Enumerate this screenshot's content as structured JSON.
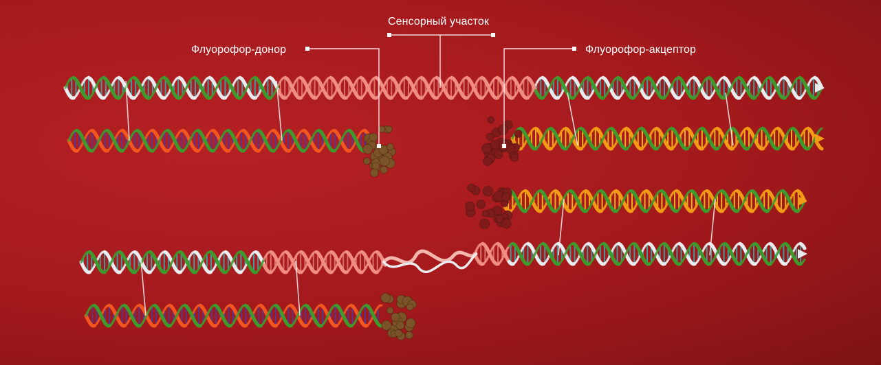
{
  "labels": {
    "sensor_region": "Сенсорный участок",
    "donor_fluorophore": "Флуорофор-донор",
    "acceptor_fluorophore": "Флуорофор-акцептор"
  },
  "colors": {
    "background": "#a3191c",
    "strand_white": "#e9ecef",
    "strand_green": "#3f9a2d",
    "strand_pink": "#f08e83",
    "strand_orange": "#f4571f",
    "strand_amber": "#f39a16",
    "rung_teal": "#3aa8a6",
    "rung_purple": "#4a3a9e",
    "rung_yellow": "#f2c21a",
    "fluorophore_donor": "#7a5428",
    "fluorophore_acceptor": "#7e1b1b",
    "label_text": "#ffffff"
  }
}
